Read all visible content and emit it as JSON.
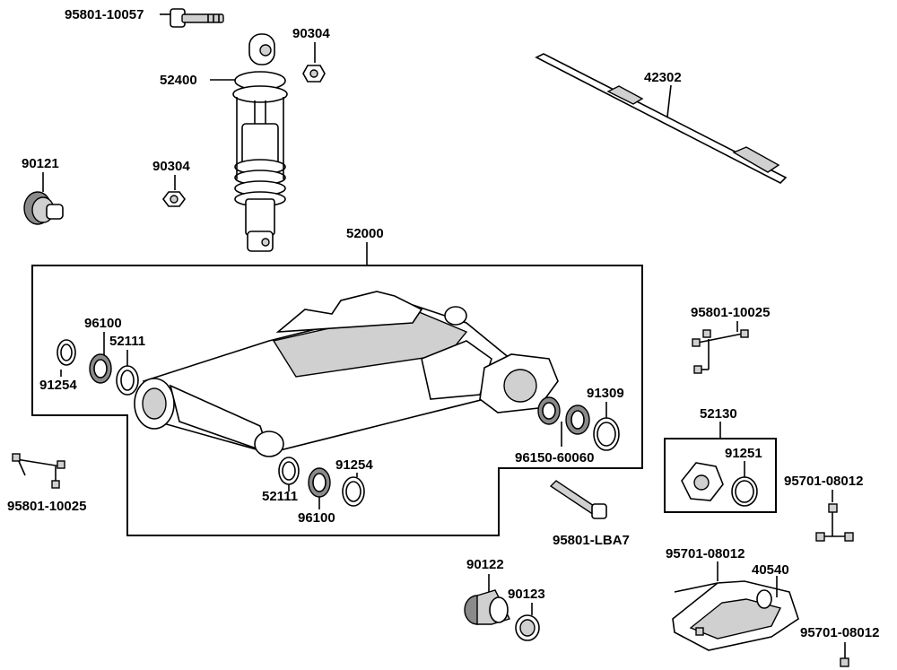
{
  "labels": {
    "bolt_top": "95801-10057",
    "nut_top": "90304",
    "shock": "52400",
    "nut_mid": "90304",
    "bushing_left": "90121",
    "axle": "42302",
    "swingarm_assy": "52000",
    "bolt_set_right": "95801-10025",
    "bearing_left": "96100",
    "collar_left": "52111",
    "seal_left": "91254",
    "seal_right": "91309",
    "bearing_right": "96150-60060",
    "bolt_set_left": "95801-10025",
    "collar_bottom": "52111",
    "bearing_bottom": "96100",
    "seal_bottom": "91254",
    "hub_plate": "52130",
    "oring": "91251",
    "bolt_small_right": "95701-08012",
    "bolt_lba7": "95801-LBA7",
    "bushing_bottom": "90122",
    "cap_bottom": "90123",
    "bolt_guard": "95701-08012",
    "guard": "40540",
    "bolt_guard_bottom": "95701-08012"
  },
  "colors": {
    "line": "#000000",
    "fill": "#ffffff",
    "shade": "#d0d0d0",
    "dark": "#8a8a8a"
  }
}
